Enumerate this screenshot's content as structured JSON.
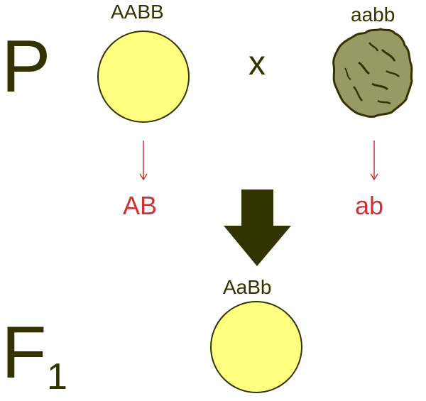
{
  "generations": {
    "parental": "P",
    "filial": "F",
    "filial_subscript": "1"
  },
  "parents": {
    "left_genotype": "AABB",
    "right_genotype": "aabb",
    "cross_symbol": "x"
  },
  "gametes": {
    "left": "AB",
    "right": "ab"
  },
  "offspring": {
    "genotype": "AaBb"
  },
  "colors": {
    "dark_text": "#333300",
    "gamete_red": "#cc3333",
    "round_pea_fill": "#ffff80",
    "wrinkled_pea_fill": "#999966",
    "arrow_dark": "#333300"
  }
}
